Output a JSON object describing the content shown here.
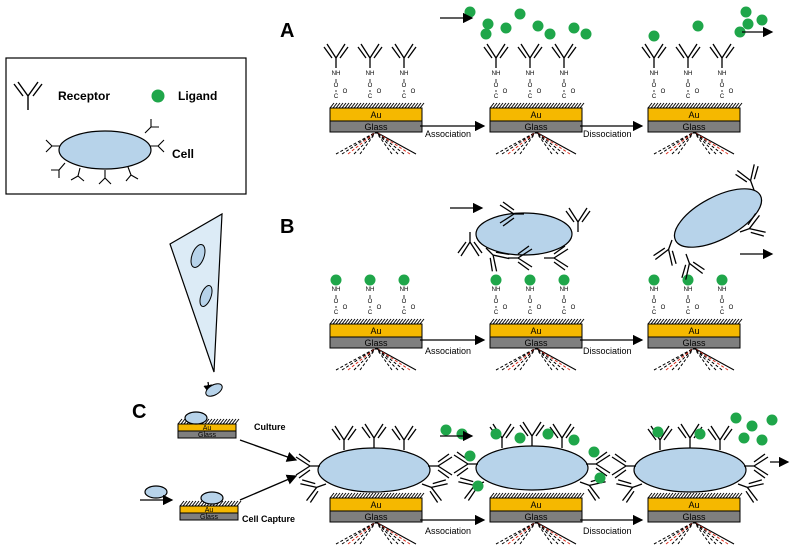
{
  "panels": {
    "a": "A",
    "b": "B",
    "c": "C"
  },
  "legend": {
    "receptor": "Receptor",
    "ligand": "Ligand",
    "cell": "Cell"
  },
  "chip": {
    "gold": "Au",
    "glass": "Glass"
  },
  "steps": {
    "association": "Association",
    "dissociation": "Dissociation",
    "culture": "Culture",
    "cell_capture": "Cell Capture"
  },
  "chem": {
    "nh": "NH",
    "o": "O",
    "c": "C"
  },
  "colors": {
    "gold": "#f5b800",
    "glass": "#7f7f7f",
    "cell_fill": "#b7d3ea",
    "ligand": "#1fa64a",
    "laser": "#e03020"
  }
}
